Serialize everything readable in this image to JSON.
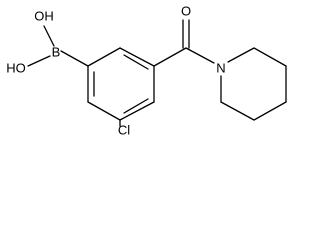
{
  "molecule": {
    "atoms": {
      "oh_top": "OH",
      "oh_left": "HO",
      "boron": "B",
      "carbonyl_oxygen": "O",
      "nitrogen": "N",
      "chlorine": "Cl"
    }
  },
  "colors": {
    "bond": "#000000",
    "label": "#000000",
    "background": "#ffffff"
  }
}
